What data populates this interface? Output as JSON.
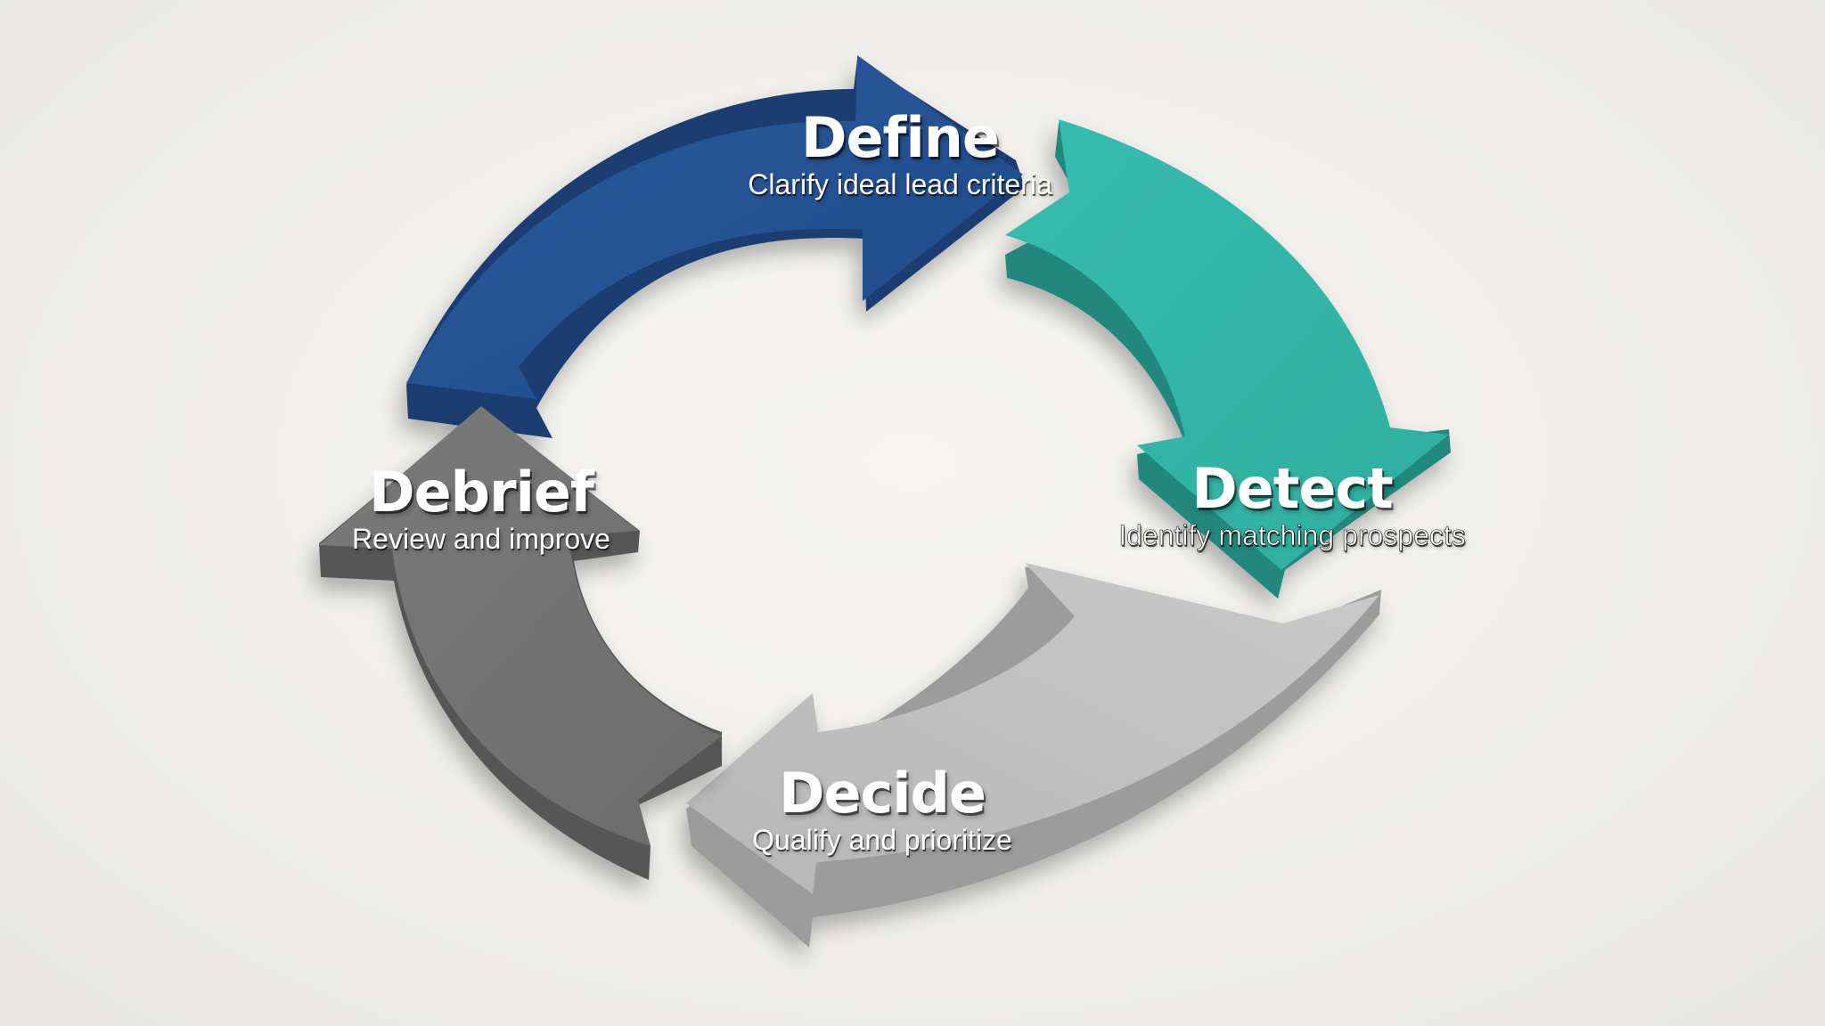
{
  "diagram": {
    "type": "cycle",
    "direction": "clockwise",
    "steps": [
      {
        "id": "define",
        "title": "Define",
        "subtitle": "Clarify ideal lead criteria",
        "color": "#244f8f",
        "side_color": "#1b3d73",
        "position": "top"
      },
      {
        "id": "detect",
        "title": "Detect",
        "subtitle": "Identify matching prospects",
        "color": "#32b6a8",
        "side_color": "#23897e",
        "position": "right"
      },
      {
        "id": "decide",
        "title": "Decide",
        "subtitle": "Qualify and prioritize",
        "color": "#bdbdbd",
        "side_color": "#9b9b9b",
        "position": "bottom"
      },
      {
        "id": "debrief",
        "title": "Debrief",
        "subtitle": "Review and improve",
        "color": "#727272",
        "side_color": "#595959",
        "position": "left"
      }
    ]
  },
  "background": {
    "color": "#f0efec"
  }
}
